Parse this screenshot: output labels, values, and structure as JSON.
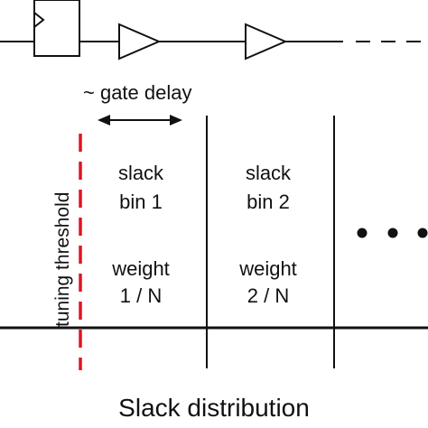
{
  "gate_delay_label": "~ gate delay",
  "tuning_threshold_label": "tuning threshold",
  "bins": [
    {
      "name_line1": "slack",
      "name_line2": "bin 1",
      "weight_line1": "weight",
      "weight_line2": "1 / N"
    },
    {
      "name_line1": "slack",
      "name_line2": "bin 2",
      "weight_line1": "weight",
      "weight_line2": "2 / N"
    }
  ],
  "caption": "Slack distribution",
  "colors": {
    "threshold": "#e0141e",
    "line": "#111111"
  }
}
